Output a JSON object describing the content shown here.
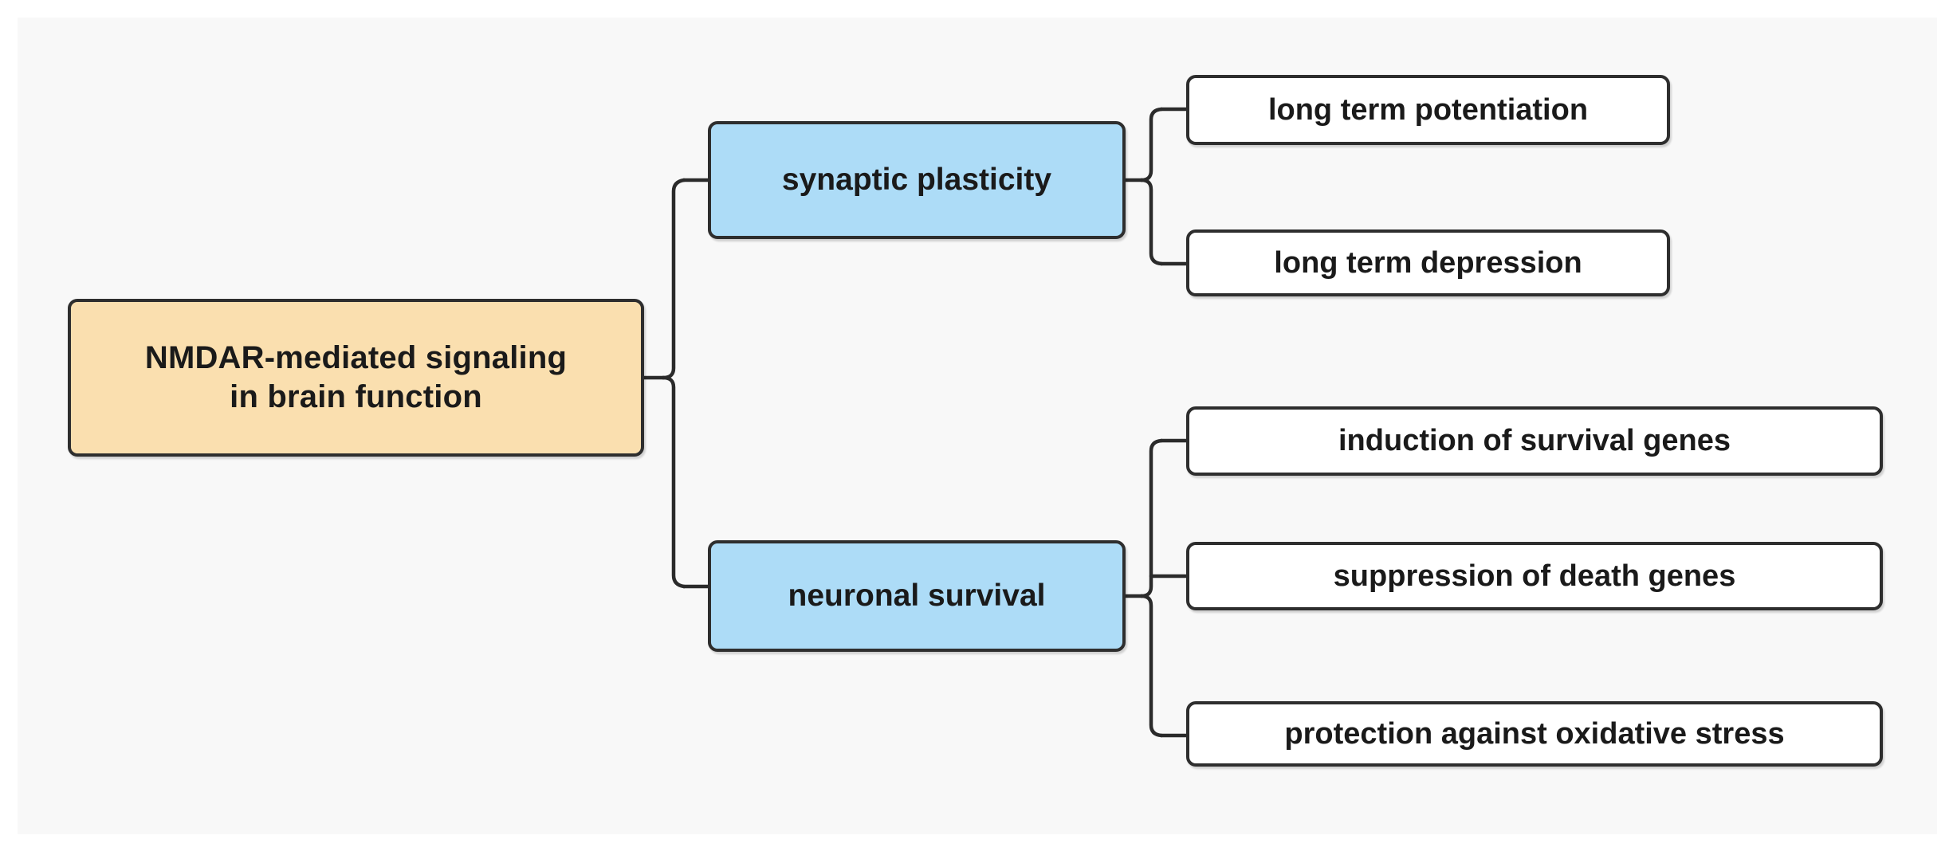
{
  "diagram": {
    "type": "mind-map",
    "title": "NMDAR-mediated signaling in brain function",
    "background_color": "#f8f8f8",
    "page_color": "#ffffff",
    "root": {
      "label": "NMDAR-mediated signaling in brain function",
      "label_line1": "NMDAR-mediated signaling",
      "label_line2": "in brain function",
      "fill_color": "#fadfaf",
      "border_color": "#2e2e2e"
    },
    "branches": [
      {
        "id": "synaptic-plasticity",
        "label": "synaptic plasticity",
        "fill_color": "#addcf7",
        "border_color": "#2e2e2e",
        "children": [
          {
            "id": "long-term-potentiation",
            "label": "long term potentiation",
            "fill_color": "#ffffff"
          },
          {
            "id": "long-term-depression",
            "label": "long term depression",
            "fill_color": "#ffffff"
          }
        ]
      },
      {
        "id": "neuronal-survival",
        "label": "neuronal survival",
        "fill_color": "#addcf7",
        "border_color": "#2e2e2e",
        "children": [
          {
            "id": "induction-of-survival-genes",
            "label": "induction of survival genes",
            "fill_color": "#ffffff"
          },
          {
            "id": "suppression-of-death-genes",
            "label": "suppression of death genes",
            "fill_color": "#ffffff"
          },
          {
            "id": "protection-against-oxidative-stress",
            "label": "protection against oxidative stress",
            "fill_color": "#ffffff"
          }
        ]
      }
    ],
    "connector": {
      "style": "curly-brace",
      "stroke_color": "#2b2b2b",
      "stroke_width": 4
    }
  }
}
